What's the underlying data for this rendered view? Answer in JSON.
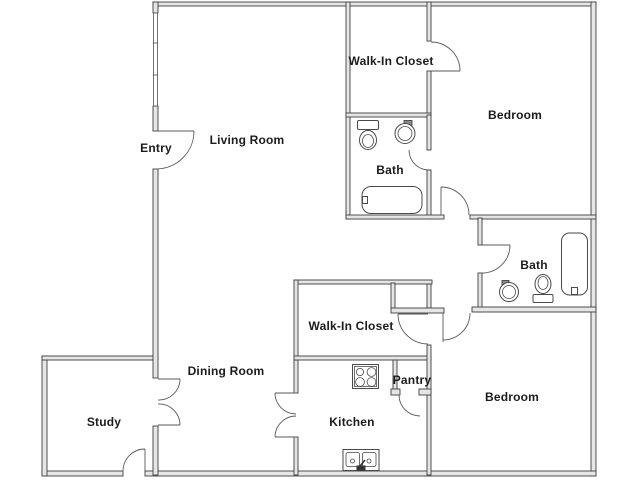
{
  "floor_plan": {
    "background_color": "#ffffff",
    "wall_fill_color": "#e6e6e6",
    "wall_stroke_color": "#3f3f3f",
    "door_stroke_color": "#5a5a5a",
    "label_color": "#1c1c1c",
    "rooms": [
      {
        "id": "entry",
        "label": "Entry"
      },
      {
        "id": "living-room",
        "label": "Living Room"
      },
      {
        "id": "walk-in-closet-1",
        "label": "Walk-In Closet"
      },
      {
        "id": "bedroom-1",
        "label": "Bedroom"
      },
      {
        "id": "bath-1",
        "label": "Bath"
      },
      {
        "id": "bath-2",
        "label": "Bath"
      },
      {
        "id": "walk-in-closet-2",
        "label": "Walk-In Closet"
      },
      {
        "id": "dining-room",
        "label": "Dining Room"
      },
      {
        "id": "study",
        "label": "Study"
      },
      {
        "id": "kitchen",
        "label": "Kitchen"
      },
      {
        "id": "pantry",
        "label": "Pantry"
      }
    ],
    "fixtures": [
      "toilet",
      "round-sink",
      "bathtub",
      "round-sink",
      "toilet",
      "bathtub",
      "stove-4-burners",
      "double-kitchen-sink"
    ],
    "features": [
      "window-3-panes-west-wall",
      "french-doors-study",
      "french-doors-kitchen"
    ]
  }
}
